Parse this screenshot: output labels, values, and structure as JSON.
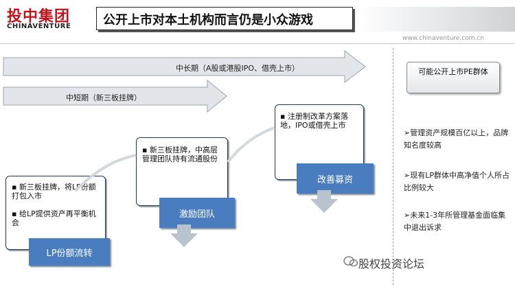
{
  "header": {
    "logo_cn": "投中集团",
    "logo_en": "CHINAVENTURE",
    "title": "公开上市对本土机构而言仍是小众游戏",
    "site": "www.chinaventure.com.cn"
  },
  "diagram": {
    "long_term_label": "中长期（A股或港股IPO、借壳上市）",
    "short_term_label": "中短期（新三板挂牌）",
    "stage1": {
      "b1": "新三板挂牌，将LP份额打包入市",
      "b2": "给LP提供资产再平衡机会",
      "label": "LP份额流转"
    },
    "stage2": {
      "b1": "新三板挂牌，中高层管理团队持有流通股份",
      "label": "激励团队"
    },
    "stage3": {
      "b1": "注册制改革方案落地，IPO或借壳上市",
      "label": "改善募资"
    }
  },
  "right_panel": {
    "title": "可能公开上市PE群体",
    "items": [
      "管理资产规模百亿以上，品牌知名度较高",
      "现有LP群体中高净值个人所占比例较大",
      "未来1-3年所管理基金面临集中退出诉求"
    ]
  },
  "watermark": "股权投资论坛",
  "colors": {
    "accent_red": "#c0141c",
    "label_blue": "#4a7dc0",
    "arrow_gray": "#e2e6ea"
  }
}
